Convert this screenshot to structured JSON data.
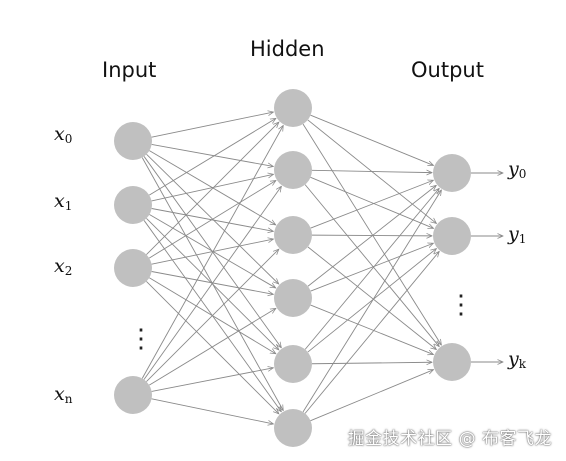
{
  "layers": {
    "input": {
      "title": "Input",
      "labels": [
        {
          "base": "x",
          "sub": "0"
        },
        {
          "base": "x",
          "sub": "1"
        },
        {
          "base": "x",
          "sub": "2"
        },
        {
          "base": "x",
          "sub": "n"
        }
      ]
    },
    "hidden": {
      "title": "Hidden",
      "count": 6
    },
    "output": {
      "title": "Output",
      "labels": [
        {
          "base": "y",
          "sub": "0"
        },
        {
          "base": "y",
          "sub": "1"
        },
        {
          "base": "y",
          "sub": "k"
        }
      ]
    }
  },
  "ellipsis": "⋮",
  "watermark": "掘金技术社区 @ 布客飞龙",
  "colors": {
    "node": "#c0c0c0",
    "edge": "#8a8a8a",
    "text": "#111111"
  }
}
